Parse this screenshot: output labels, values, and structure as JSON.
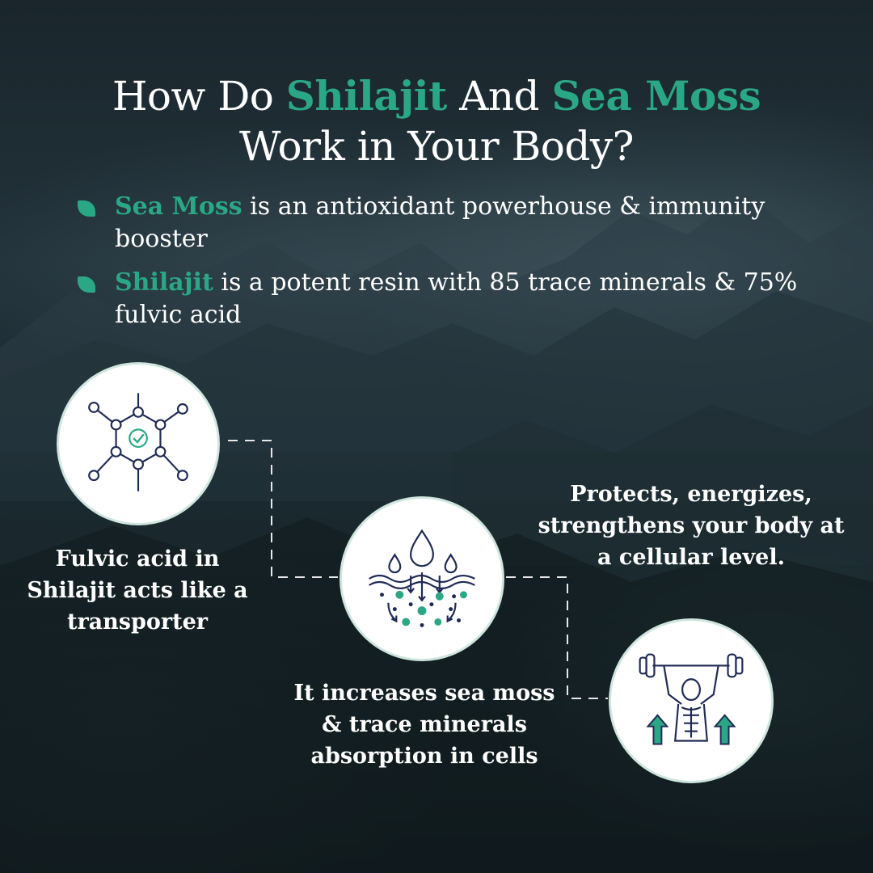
{
  "title": {
    "line1_a": "How Do ",
    "line1_hl1": "Shilajit",
    "line1_b": " And ",
    "line1_hl2": "Sea Moss",
    "line2": "Work in Your Body?"
  },
  "bullets": [
    {
      "highlight": "Sea Moss",
      "text": " is an antioxidant powerhouse & immunity booster"
    },
    {
      "highlight": "Shilajit",
      "text": " is a potent resin with 85 trace minerals & 75% fulvic acid"
    }
  ],
  "steps": [
    {
      "icon": "molecule-check-icon",
      "caption": "Fulvic acid in Shilajit acts like a transporter"
    },
    {
      "icon": "cell-absorption-icon",
      "caption": "It increases sea moss & trace minerals absorption in cells"
    },
    {
      "icon": "strength-weightlifter-icon",
      "caption": "Protects, energizes, strengthens your body at a cellular level."
    }
  ],
  "colors": {
    "accent": "#2aa886",
    "icon_stroke": "#1f2b55",
    "background": "#1b2a30",
    "text": "#ffffff"
  }
}
